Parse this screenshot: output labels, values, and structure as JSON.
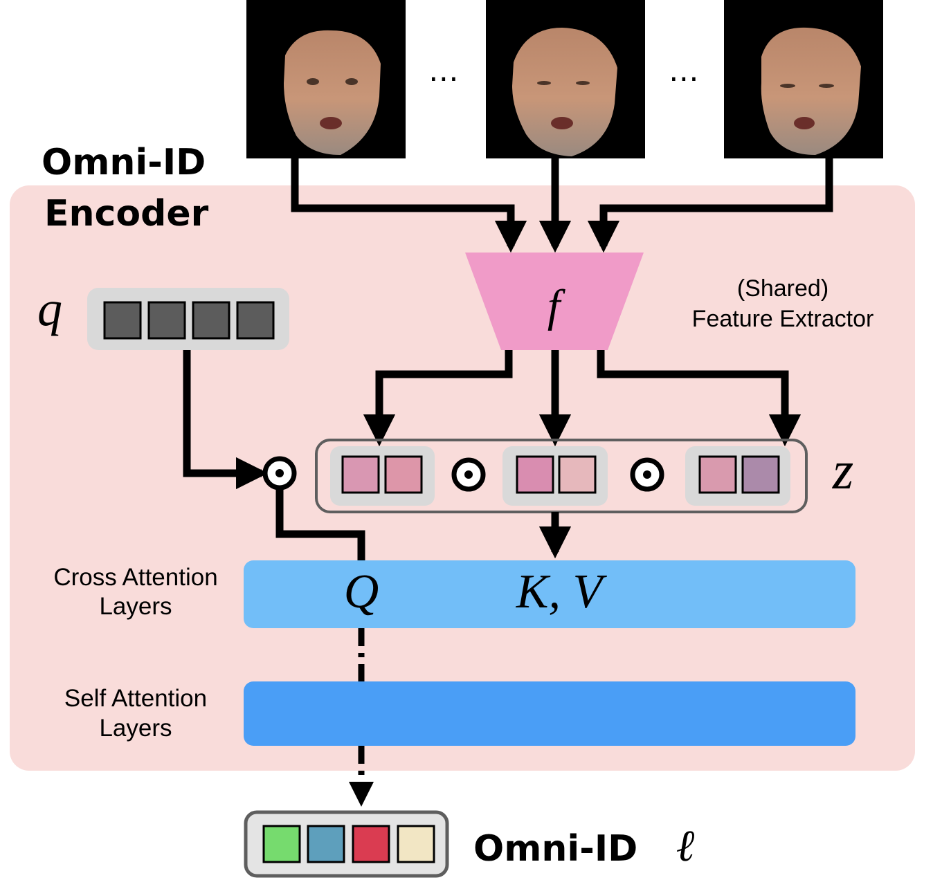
{
  "encoder": {
    "title_line1": "Omni-ID",
    "title_line2": "Encoder",
    "bg_color": "#f9dcda"
  },
  "ellipses": [
    "⋯",
    "⋯"
  ],
  "feature_extractor": {
    "symbol": "f",
    "label_line1": "(Shared)",
    "label_line2": "Feature Extractor",
    "color": "#f09bc8"
  },
  "query": {
    "symbol": "q",
    "token_color": "#5c5c5c"
  },
  "z": {
    "symbol": "z",
    "token_colors": [
      "#d997b2",
      "#dd96a9",
      "#d98db0",
      "#e6b8bc",
      "#d99aae",
      "#ab8aaa"
    ]
  },
  "cross_attention": {
    "label_line1": "Cross Attention",
    "label_line2": "Layers",
    "q_symbol": "Q",
    "kv_symbol": "K, V",
    "color": "#72bef8"
  },
  "self_attention": {
    "label_line1": "Self Attention",
    "label_line2": "Layers",
    "color": "#4a9ef6"
  },
  "output": {
    "label": "Omni-ID",
    "symbol": "ℓ",
    "token_colors": [
      "#76db6e",
      "#5e9fbc",
      "#da3c51",
      "#f2e6c4"
    ]
  }
}
